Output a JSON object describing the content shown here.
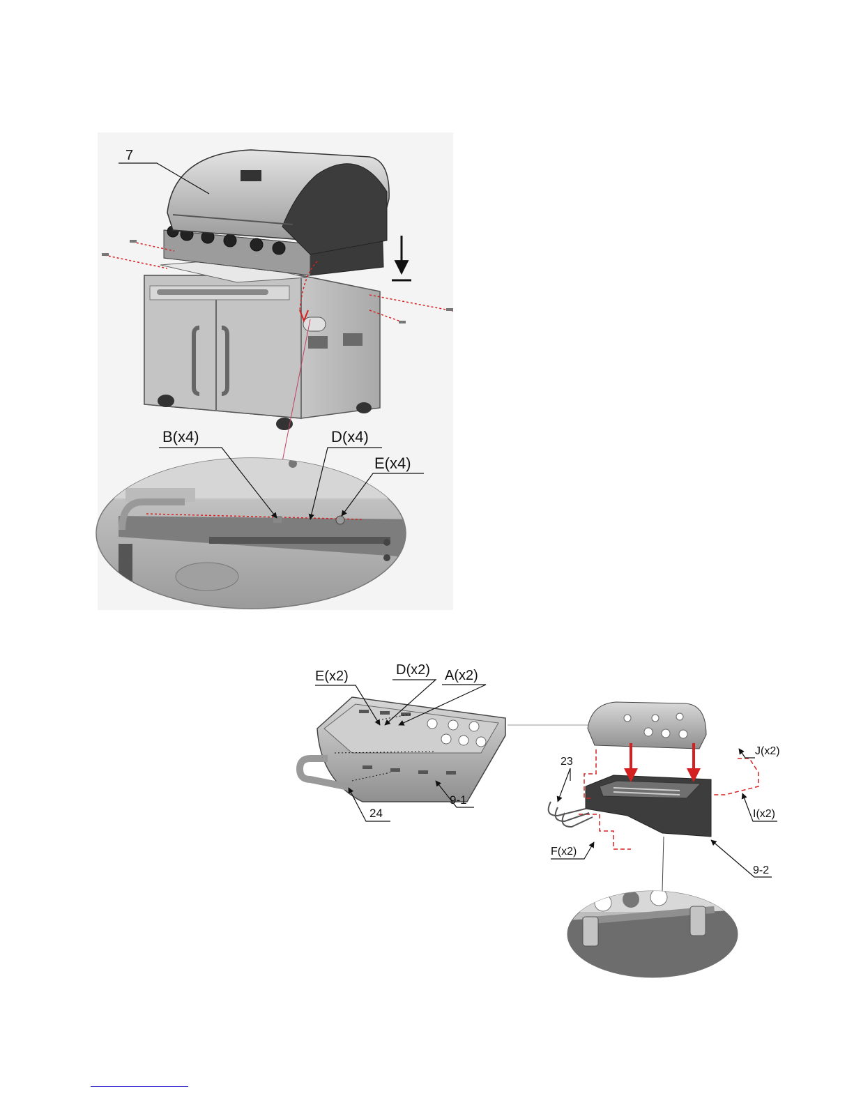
{
  "figure_top": {
    "labels": {
      "part_7": "7",
      "b": "B(x4)",
      "d": "D(x4)",
      "e": "E(x4)"
    }
  },
  "figure_bottom": {
    "labels": {
      "e": "E(x2)",
      "d": "D(x2)",
      "a": "A(x2)",
      "j": "J(x2)",
      "part_23": "23",
      "i": "I(x2)",
      "part_24": "24",
      "part_9_1": "9-1",
      "f": "F(x2)",
      "part_9_2": "9-2"
    }
  },
  "colors": {
    "metal_dark": "#4a4a4a",
    "metal_mid": "#8a8a8a",
    "metal_light": "#c9c9c9",
    "guide_red": "#d42020",
    "arrow_black": "#111111"
  }
}
